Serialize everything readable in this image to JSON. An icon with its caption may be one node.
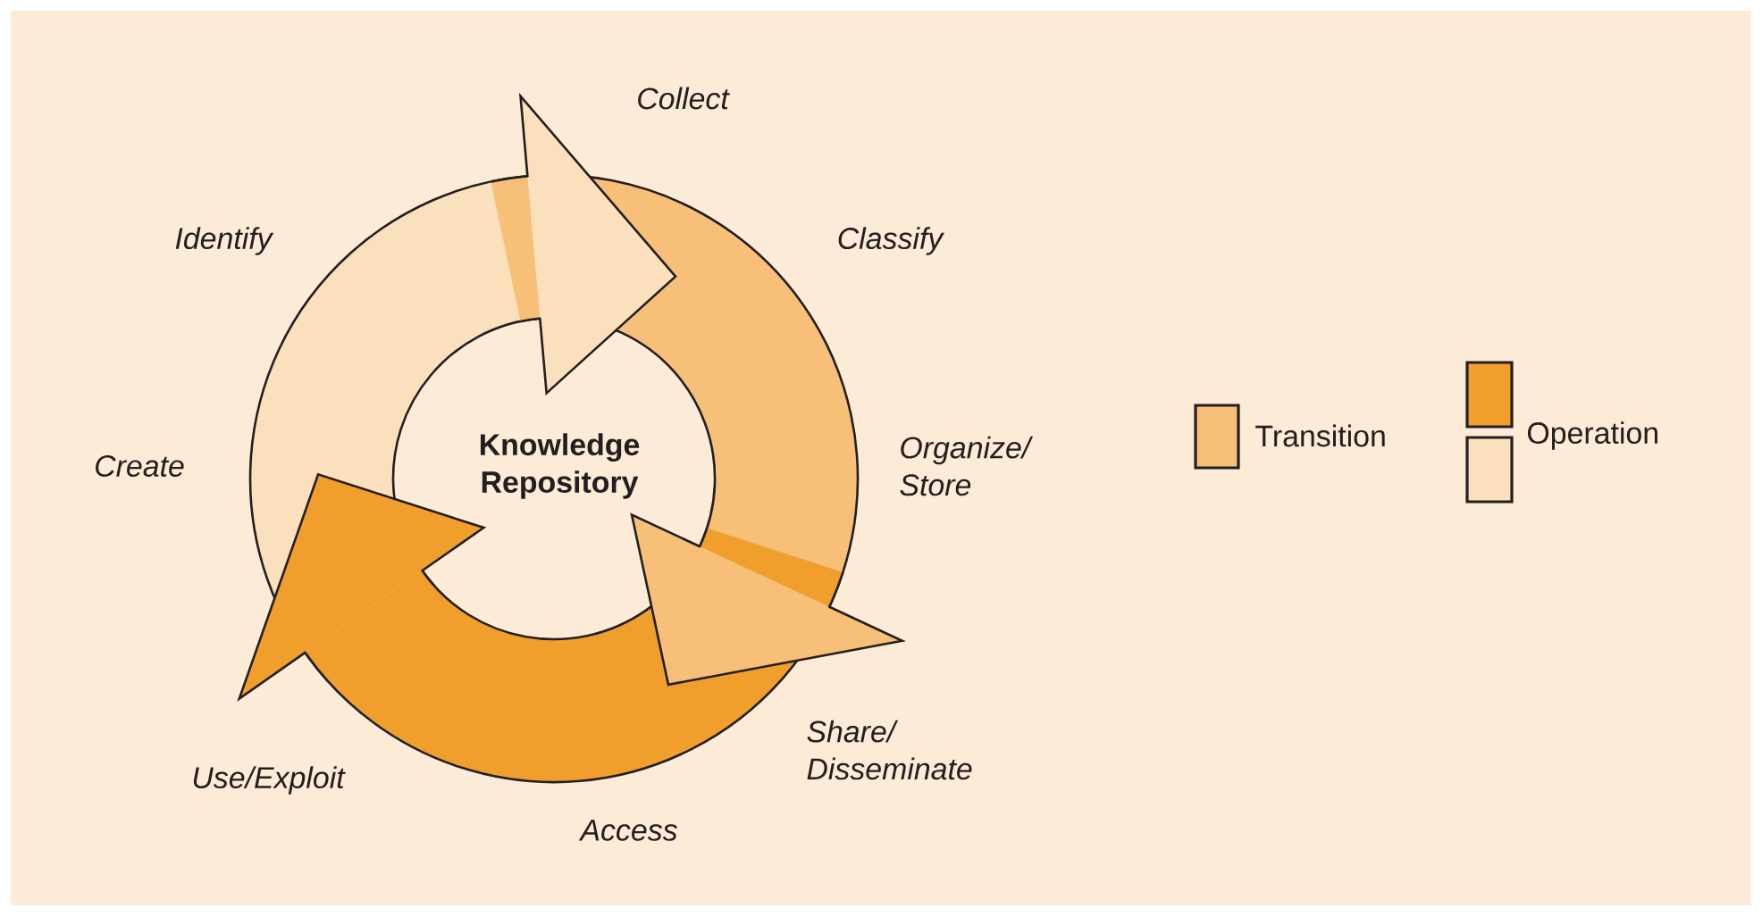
{
  "diagram": {
    "labels": [
      "Collect",
      "Identify",
      "Classify",
      "Knowledge Repository",
      "Create",
      "Organize/ Store",
      "Share/ Disseminate",
      "Use/Exploit",
      "Access"
    ],
    "legend": [
      {
        "text": "Transition",
        "color": "#f7bf78"
      },
      {
        "text": "Operation",
        "color": "#f09e2c"
      }
    ]
  }
}
